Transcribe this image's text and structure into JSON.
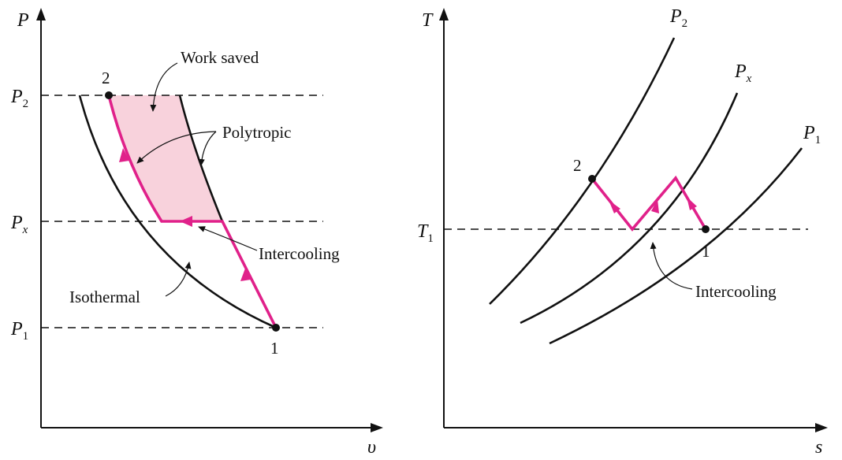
{
  "pv": {
    "y_axis": "P",
    "x_axis": "υ",
    "p2": {
      "sym": "P",
      "sub": "2"
    },
    "px": {
      "sym": "P",
      "sub": "x"
    },
    "p1": {
      "sym": "P",
      "sub": "1"
    },
    "state_2": "2",
    "state_1": "1",
    "work_saved": "Work saved",
    "polytropic": "Polytropic",
    "intercooling": "Intercooling",
    "isothermal": "Isothermal"
  },
  "ts": {
    "y_axis": "T",
    "x_axis": "s",
    "t1": {
      "sym": "T",
      "sub": "1"
    },
    "curve_p2": {
      "sym": "P",
      "sub": "2"
    },
    "curve_px": {
      "sym": "P",
      "sub": "x"
    },
    "curve_p1": {
      "sym": "P",
      "sub": "1"
    },
    "state_2": "2",
    "state_1": "1",
    "intercooling": "Intercooling"
  },
  "colors": {
    "process": "#e0218a",
    "work_saved_fill": "#f8d2dc",
    "ink": "#111111"
  }
}
